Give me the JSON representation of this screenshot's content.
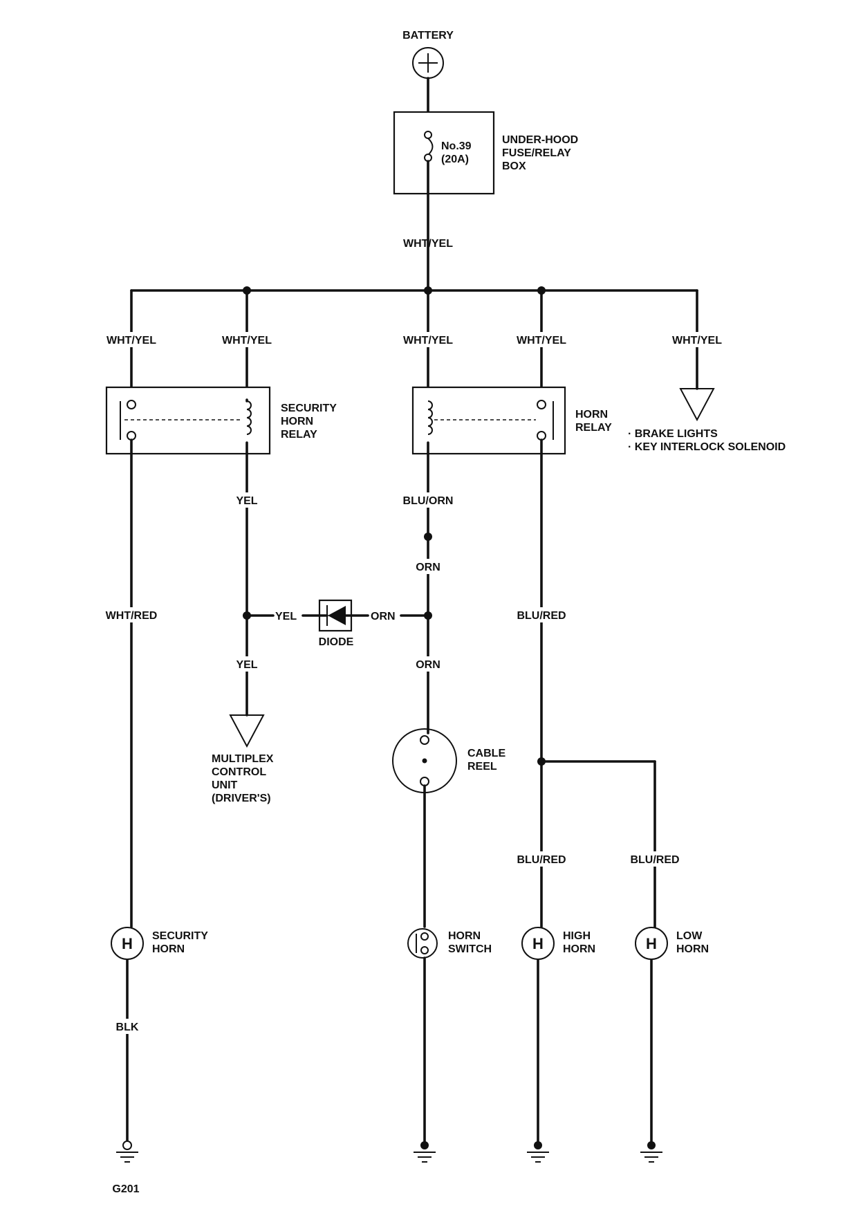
{
  "battery": {
    "label": "BATTERY"
  },
  "fuse": {
    "number": "No.39",
    "rating": "(20A)",
    "box_label": [
      "UNDER-HOOD",
      "FUSE/RELAY",
      "BOX"
    ]
  },
  "wires": {
    "main": "WHT/YEL",
    "branch_1": "WHT/YEL",
    "branch_2": "WHT/YEL",
    "branch_3": "WHT/YEL",
    "branch_4": "WHT/YEL",
    "branch_5": "WHT/YEL",
    "sec_relay_out": "WHT/RED",
    "sec_coil_out": "YEL",
    "yel_to_diode": "YEL",
    "yel_to_mcu": "YEL",
    "horn_relay_coil_out": "BLU/ORN",
    "orn_1": "ORN",
    "orn_to_diode": "ORN",
    "orn_2": "ORN",
    "horn_relay_out": "BLU/RED",
    "high_horn_wire": "BLU/RED",
    "low_horn_wire": "BLU/RED",
    "sec_horn_ground": "BLK"
  },
  "security_horn_relay": {
    "label": [
      "SECURITY",
      "HORN",
      "RELAY"
    ]
  },
  "horn_relay": {
    "label": [
      "HORN",
      "RELAY"
    ]
  },
  "brake_output": {
    "items": [
      "· BRAKE LIGHTS",
      "· KEY INTERLOCK SOLENOID"
    ]
  },
  "diode": {
    "label": "DIODE"
  },
  "multiplex": {
    "label": [
      "MULTIPLEX",
      "CONTROL",
      "UNIT",
      "(DRIVER'S)"
    ]
  },
  "cable_reel": {
    "label": [
      "CABLE",
      "REEL"
    ]
  },
  "security_horn": {
    "symbol": "H",
    "label": [
      "SECURITY",
      "HORN"
    ]
  },
  "horn_switch": {
    "label": [
      "HORN",
      "SWITCH"
    ]
  },
  "high_horn": {
    "symbol": "H",
    "label": [
      "HIGH",
      "HORN"
    ]
  },
  "low_horn": {
    "symbol": "H",
    "label": [
      "LOW",
      "HORN"
    ]
  },
  "ground": {
    "label": "G201"
  }
}
